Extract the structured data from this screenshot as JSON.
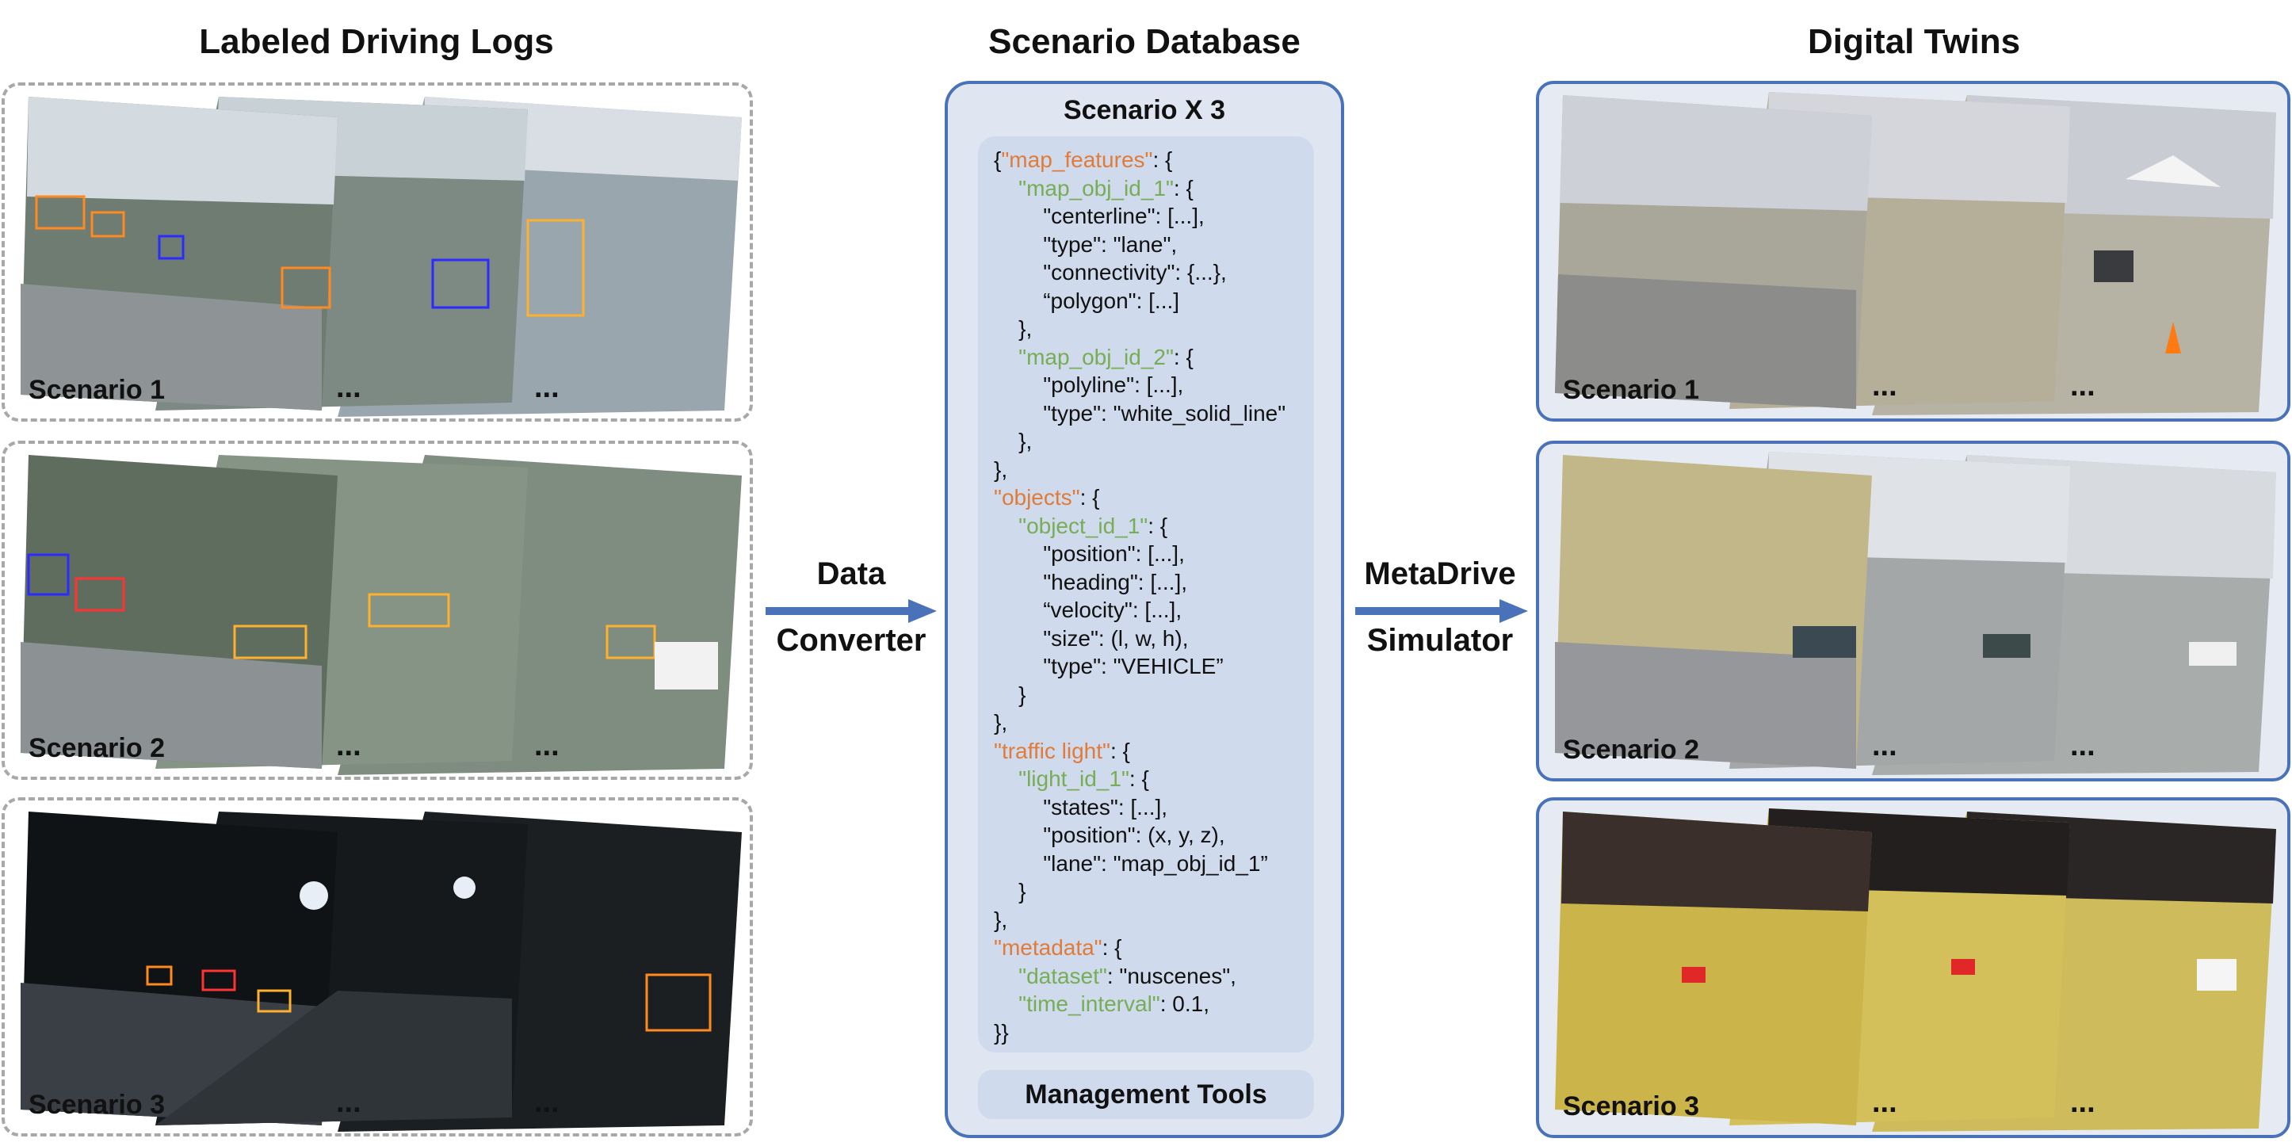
{
  "columns": {
    "left_title": "Labeled Driving Logs",
    "middle_title": "Scenario Database",
    "right_title": "Digital Twins"
  },
  "scenarios": [
    {
      "label": "Scenario 1",
      "dots": "..."
    },
    {
      "label": "Scenario 2",
      "dots": "..."
    },
    {
      "label": "Scenario 3",
      "dots": "..."
    }
  ],
  "database": {
    "header": "Scenario X 3",
    "management_label": "Management Tools",
    "code_lines": [
      [
        [
          "p",
          "{"
        ],
        [
          "o",
          "\"map_features\""
        ],
        [
          "p",
          ": {"
        ]
      ],
      [
        [
          "p",
          "    "
        ],
        [
          "g",
          "\"map_obj_id_1\""
        ],
        [
          "p",
          ": {"
        ]
      ],
      [
        [
          "p",
          "        \"centerline\": [...],"
        ]
      ],
      [
        [
          "p",
          "        \"type\": \"lane\","
        ]
      ],
      [
        [
          "p",
          "        \"connectivity\": {...},"
        ]
      ],
      [
        [
          "p",
          "        “polygon\": [...]"
        ]
      ],
      [
        [
          "p",
          "    },"
        ]
      ],
      [
        [
          "p",
          "    "
        ],
        [
          "g",
          "\"map_obj_id_2\""
        ],
        [
          "p",
          ": {"
        ]
      ],
      [
        [
          "p",
          "        \"polyline\": [...],"
        ]
      ],
      [
        [
          "p",
          "        \"type\": \"white_solid_line\""
        ]
      ],
      [
        [
          "p",
          "    },"
        ]
      ],
      [
        [
          "p",
          "},"
        ]
      ],
      [
        [
          "o",
          "\"objects\""
        ],
        [
          "p",
          ": {"
        ]
      ],
      [
        [
          "p",
          "    "
        ],
        [
          "g",
          "\"object_id_1\""
        ],
        [
          "p",
          ": {"
        ]
      ],
      [
        [
          "p",
          "        \"position\": [...],"
        ]
      ],
      [
        [
          "p",
          "        \"heading\": [...],"
        ]
      ],
      [
        [
          "p",
          "        “velocity\": [...],"
        ]
      ],
      [
        [
          "p",
          "        \"size\": (l, w, h),"
        ]
      ],
      [
        [
          "p",
          "        \"type\": \"VEHICLE”"
        ]
      ],
      [
        [
          "p",
          "    }"
        ]
      ],
      [
        [
          "p",
          "},"
        ]
      ],
      [
        [
          "o",
          "\"traffic light\""
        ],
        [
          "p",
          ": {"
        ]
      ],
      [
        [
          "p",
          "    "
        ],
        [
          "g",
          "\"light_id_1\""
        ],
        [
          "p",
          ": {"
        ]
      ],
      [
        [
          "p",
          "        \"states\": [...],"
        ]
      ],
      [
        [
          "p",
          "        \"position\": (x, y, z),"
        ]
      ],
      [
        [
          "p",
          "        \"lane\": \"map_obj_id_1”"
        ]
      ],
      [
        [
          "p",
          "    }"
        ]
      ],
      [
        [
          "p",
          "},"
        ]
      ],
      [
        [
          "o",
          "\"metadata\""
        ],
        [
          "p",
          ": {"
        ]
      ],
      [
        [
          "p",
          "    "
        ],
        [
          "g",
          "\"dataset\""
        ],
        [
          "p",
          ": \"nuscenes\","
        ]
      ],
      [
        [
          "p",
          "    "
        ],
        [
          "g",
          "\"time_interval\""
        ],
        [
          "p",
          ": 0.1,"
        ]
      ],
      [
        [
          "p",
          "}}"
        ]
      ]
    ]
  },
  "arrows": {
    "left_line1": "Data",
    "left_line2": "Converter",
    "right_line1": "MetaDrive",
    "right_line2": "Simulator"
  },
  "colors": {
    "accent_blue": "#4a72b9",
    "key_orange": "#e07b39",
    "key_green": "#77ad55",
    "dashed_gray": "#a8a8a8"
  }
}
